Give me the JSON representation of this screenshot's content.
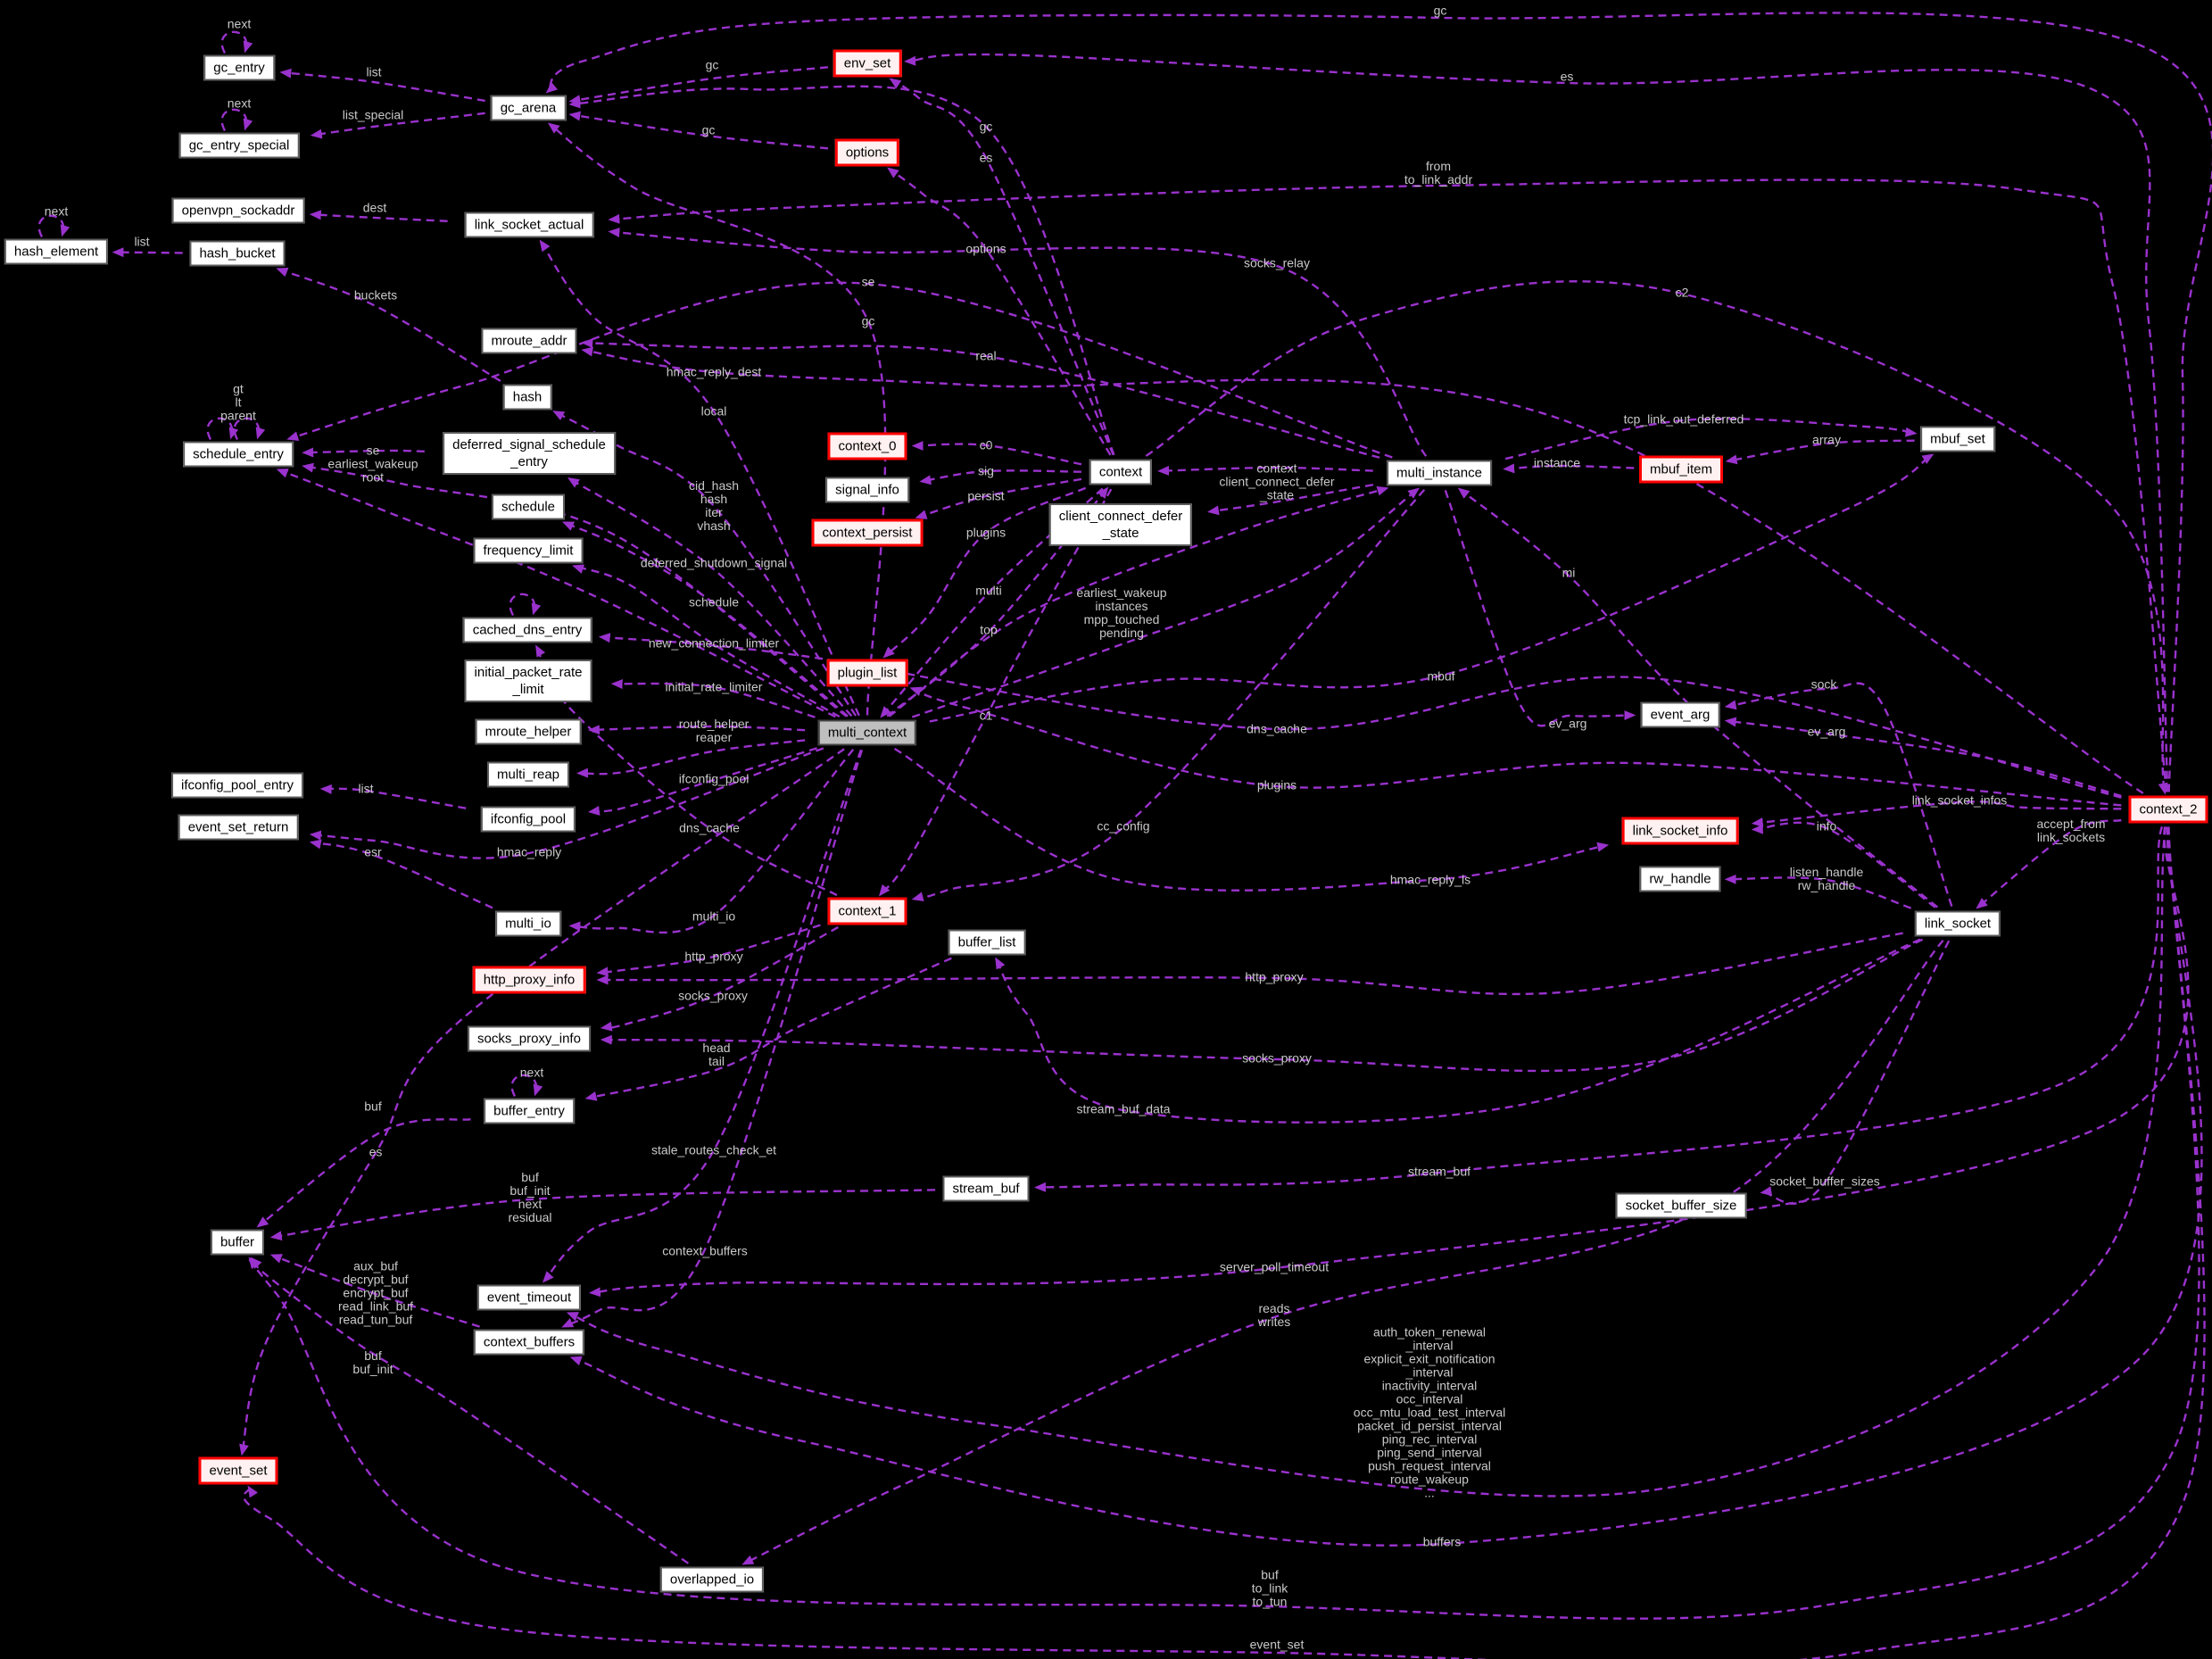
{
  "diagram": {
    "type": "collaboration-graph",
    "colors": {
      "background": "#000000",
      "edge": "#9a32cd",
      "edge_label": "#c9c9c9",
      "node_bg": "#ffffff",
      "node_border": "#5b5b5b",
      "truncated_node_border": "#ff0000",
      "truncated_node_bg": "#fff1f1",
      "central_node_bg": "#bfbfbf"
    }
  },
  "nodes": [
    {
      "id": "gc_entry",
      "lines": [
        "gc_entry"
      ],
      "variant": "normal"
    },
    {
      "id": "gc_entry_special",
      "lines": [
        "gc_entry_special"
      ],
      "variant": "normal"
    },
    {
      "id": "openvpn_sockaddr",
      "lines": [
        "openvpn_sockaddr"
      ],
      "variant": "normal"
    },
    {
      "id": "hash_element",
      "lines": [
        "hash_element"
      ],
      "variant": "normal"
    },
    {
      "id": "hash_bucket",
      "lines": [
        "hash_bucket"
      ],
      "variant": "normal"
    },
    {
      "id": "gc_arena",
      "lines": [
        "gc_arena"
      ],
      "variant": "normal"
    },
    {
      "id": "link_socket_actual",
      "lines": [
        "link_socket_actual"
      ],
      "variant": "normal"
    },
    {
      "id": "mroute_addr",
      "lines": [
        "mroute_addr"
      ],
      "variant": "normal"
    },
    {
      "id": "hash",
      "lines": [
        "hash"
      ],
      "variant": "normal"
    },
    {
      "id": "schedule_entry",
      "lines": [
        "schedule_entry"
      ],
      "variant": "normal"
    },
    {
      "id": "deferred_signal_schedule_entry",
      "lines": [
        "deferred_signal_schedule",
        "_entry"
      ],
      "variant": "normal"
    },
    {
      "id": "schedule",
      "lines": [
        "schedule"
      ],
      "variant": "normal"
    },
    {
      "id": "frequency_limit",
      "lines": [
        "frequency_limit"
      ],
      "variant": "normal"
    },
    {
      "id": "cached_dns_entry",
      "lines": [
        "cached_dns_entry"
      ],
      "variant": "normal"
    },
    {
      "id": "initial_packet_rate_limit",
      "lines": [
        "initial_packet_rate",
        "_limit"
      ],
      "variant": "normal"
    },
    {
      "id": "mroute_helper",
      "lines": [
        "mroute_helper"
      ],
      "variant": "normal"
    },
    {
      "id": "multi_reap",
      "lines": [
        "multi_reap"
      ],
      "variant": "normal"
    },
    {
      "id": "ifconfig_pool_entry",
      "lines": [
        "ifconfig_pool_entry"
      ],
      "variant": "normal"
    },
    {
      "id": "event_set_return",
      "lines": [
        "event_set_return"
      ],
      "variant": "normal"
    },
    {
      "id": "ifconfig_pool",
      "lines": [
        "ifconfig_pool"
      ],
      "variant": "normal"
    },
    {
      "id": "multi_io",
      "lines": [
        "multi_io"
      ],
      "variant": "normal"
    },
    {
      "id": "http_proxy_info",
      "lines": [
        "http_proxy_info"
      ],
      "variant": "red"
    },
    {
      "id": "socks_proxy_info",
      "lines": [
        "socks_proxy_info"
      ],
      "variant": "normal"
    },
    {
      "id": "buffer_entry",
      "lines": [
        "buffer_entry"
      ],
      "variant": "normal"
    },
    {
      "id": "buffer",
      "lines": [
        "buffer"
      ],
      "variant": "normal"
    },
    {
      "id": "event_timeout",
      "lines": [
        "event_timeout"
      ],
      "variant": "normal"
    },
    {
      "id": "context_buffers",
      "lines": [
        "context_buffers"
      ],
      "variant": "normal"
    },
    {
      "id": "event_set",
      "lines": [
        "event_set"
      ],
      "variant": "red"
    },
    {
      "id": "overlapped_io",
      "lines": [
        "overlapped_io"
      ],
      "variant": "normal"
    },
    {
      "id": "stream_buf",
      "lines": [
        "stream_buf"
      ],
      "variant": "normal"
    },
    {
      "id": "socket_buffer_size",
      "lines": [
        "socket_buffer_size"
      ],
      "variant": "normal"
    },
    {
      "id": "env_set",
      "lines": [
        "env_set"
      ],
      "variant": "red"
    },
    {
      "id": "options",
      "lines": [
        "options"
      ],
      "variant": "red"
    },
    {
      "id": "context_0",
      "lines": [
        "context_0"
      ],
      "variant": "red"
    },
    {
      "id": "signal_info",
      "lines": [
        "signal_info"
      ],
      "variant": "normal"
    },
    {
      "id": "context_persist",
      "lines": [
        "context_persist"
      ],
      "variant": "red"
    },
    {
      "id": "plugin_list",
      "lines": [
        "plugin_list"
      ],
      "variant": "red"
    },
    {
      "id": "multi_context",
      "lines": [
        "multi_context"
      ],
      "variant": "main"
    },
    {
      "id": "context_1",
      "lines": [
        "context_1"
      ],
      "variant": "red"
    },
    {
      "id": "buffer_list",
      "lines": [
        "buffer_list"
      ],
      "variant": "normal"
    },
    {
      "id": "context",
      "lines": [
        "context"
      ],
      "variant": "normal"
    },
    {
      "id": "client_connect_defer_state",
      "lines": [
        "client_connect_defer",
        "_state"
      ],
      "variant": "normal"
    },
    {
      "id": "multi_instance",
      "lines": [
        "multi_instance"
      ],
      "variant": "normal"
    },
    {
      "id": "mbuf_item",
      "lines": [
        "mbuf_item"
      ],
      "variant": "red"
    },
    {
      "id": "mbuf_set",
      "lines": [
        "mbuf_set"
      ],
      "variant": "normal"
    },
    {
      "id": "event_arg",
      "lines": [
        "event_arg"
      ],
      "variant": "normal"
    },
    {
      "id": "link_socket_info",
      "lines": [
        "link_socket_info"
      ],
      "variant": "red"
    },
    {
      "id": "rw_handle",
      "lines": [
        "rw_handle"
      ],
      "variant": "normal"
    },
    {
      "id": "link_socket",
      "lines": [
        "link_socket"
      ],
      "variant": "normal"
    },
    {
      "id": "context_2",
      "lines": [
        "context_2"
      ],
      "variant": "red"
    }
  ],
  "edge_labels": [
    {
      "id": "next-gc-entry",
      "lines": [
        "next"
      ]
    },
    {
      "id": "next-gc-entry-special",
      "lines": [
        "next"
      ]
    },
    {
      "id": "next-hash-element",
      "lines": [
        "next"
      ]
    },
    {
      "id": "list-gc",
      "lines": [
        "list"
      ]
    },
    {
      "id": "list-special",
      "lines": [
        "list_special"
      ]
    },
    {
      "id": "dest",
      "lines": [
        "dest"
      ]
    },
    {
      "id": "list-hash",
      "lines": [
        "list"
      ]
    },
    {
      "id": "buckets",
      "lines": [
        "buckets"
      ]
    },
    {
      "id": "gt-lt-parent",
      "lines": [
        "gt",
        "lt",
        "parent"
      ]
    },
    {
      "id": "se-ew-root",
      "lines": [
        "se",
        "earliest_wakeup",
        "root"
      ]
    },
    {
      "id": "gc-envset",
      "lines": [
        "gc"
      ]
    },
    {
      "id": "gc-options",
      "lines": [
        "gc"
      ]
    },
    {
      "id": "gc-context",
      "lines": [
        "gc"
      ]
    },
    {
      "id": "es-context",
      "lines": [
        "es"
      ]
    },
    {
      "id": "gc-top",
      "lines": [
        "gc"
      ]
    },
    {
      "id": "es-top",
      "lines": [
        "es"
      ]
    },
    {
      "id": "from-tla",
      "lines": [
        "from",
        "to_link_addr"
      ]
    },
    {
      "id": "options",
      "lines": [
        "options"
      ]
    },
    {
      "id": "socks-relay",
      "lines": [
        "socks_relay"
      ]
    },
    {
      "id": "se-mi",
      "lines": [
        "se"
      ]
    },
    {
      "id": "gc-mc",
      "lines": [
        "gc"
      ]
    },
    {
      "id": "real",
      "lines": [
        "real"
      ]
    },
    {
      "id": "hmac-reply-dest",
      "lines": [
        "hmac_reply_dest"
      ]
    },
    {
      "id": "local",
      "lines": [
        "local"
      ]
    },
    {
      "id": "cid-hash",
      "lines": [
        "cid_hash",
        "hash",
        "iter",
        "vhash"
      ]
    },
    {
      "id": "c0",
      "lines": [
        "c0"
      ]
    },
    {
      "id": "sig",
      "lines": [
        "sig"
      ]
    },
    {
      "id": "persist",
      "lines": [
        "persist"
      ]
    },
    {
      "id": "plugins-ctx",
      "lines": [
        "plugins"
      ]
    },
    {
      "id": "deferred-shutdown",
      "lines": [
        "deferred_shutdown_signal"
      ]
    },
    {
      "id": "schedule-lbl",
      "lines": [
        "schedule"
      ]
    },
    {
      "id": "new-conn-limiter",
      "lines": [
        "new_connection_limiter"
      ]
    },
    {
      "id": "initial-rate-limiter",
      "lines": [
        "initial_rate_limiter"
      ]
    },
    {
      "id": "multi",
      "lines": [
        "multi"
      ]
    },
    {
      "id": "top",
      "lines": [
        "top"
      ]
    },
    {
      "id": "c1",
      "lines": [
        "c1"
      ]
    },
    {
      "id": "route-helper-reaper",
      "lines": [
        "route_helper",
        "reaper"
      ]
    },
    {
      "id": "ifconfig-pool-lbl",
      "lines": [
        "ifconfig_pool"
      ]
    },
    {
      "id": "dns-cache-left",
      "lines": [
        "dns_cache"
      ]
    },
    {
      "id": "hmac-reply",
      "lines": [
        "hmac_reply"
      ]
    },
    {
      "id": "esr",
      "lines": [
        "esr"
      ]
    },
    {
      "id": "list-ifconfig",
      "lines": [
        "list"
      ]
    },
    {
      "id": "context-ccds",
      "lines": [
        "context",
        "client_connect_defer",
        "_state"
      ]
    },
    {
      "id": "ew-block",
      "lines": [
        "earliest_wakeup",
        "instances",
        "mpp_touched",
        "pending"
      ]
    },
    {
      "id": "mbuf",
      "lines": [
        "mbuf"
      ]
    },
    {
      "id": "dns-cache-right",
      "lines": [
        "dns_cache"
      ]
    },
    {
      "id": "plugins-c2",
      "lines": [
        "plugins"
      ]
    },
    {
      "id": "cc-config",
      "lines": [
        "cc_config"
      ]
    },
    {
      "id": "hmac-reply-ls",
      "lines": [
        "hmac_reply_ls"
      ]
    },
    {
      "id": "multi-io-lbl",
      "lines": [
        "multi_io"
      ]
    },
    {
      "id": "http-proxy-left",
      "lines": [
        "http_proxy"
      ]
    },
    {
      "id": "socks-proxy-left",
      "lines": [
        "socks_proxy"
      ]
    },
    {
      "id": "head-tail",
      "lines": [
        "head",
        "tail"
      ]
    },
    {
      "id": "next-buffer-entry",
      "lines": [
        "next"
      ]
    },
    {
      "id": "http-proxy-right",
      "lines": [
        "http_proxy"
      ]
    },
    {
      "id": "socks-proxy-right",
      "lines": [
        "socks_proxy"
      ]
    },
    {
      "id": "stale-routes",
      "lines": [
        "stale_routes_check_et"
      ]
    },
    {
      "id": "buf-be",
      "lines": [
        "buf"
      ]
    },
    {
      "id": "es-mc",
      "lines": [
        "es"
      ]
    },
    {
      "id": "buf-block",
      "lines": [
        "buf",
        "buf_init",
        "next",
        "residual"
      ]
    },
    {
      "id": "stream-buf-data",
      "lines": [
        "stream_buf_data"
      ]
    },
    {
      "id": "stream-buf-lbl",
      "lines": [
        "stream_buf"
      ]
    },
    {
      "id": "aux-block",
      "lines": [
        "aux_buf",
        "decrypt_buf",
        "encrypt_buf",
        "read_link_buf",
        "read_tun_buf"
      ]
    },
    {
      "id": "context-buffers-lbl",
      "lines": [
        "context_buffers"
      ]
    },
    {
      "id": "buf-init-block",
      "lines": [
        "buf",
        "buf_init"
      ]
    },
    {
      "id": "server-poll",
      "lines": [
        "server_poll_timeout"
      ]
    },
    {
      "id": "reads-writes",
      "lines": [
        "reads",
        "writes"
      ]
    },
    {
      "id": "interval-block",
      "lines": [
        "auth_token_renewal",
        "_interval",
        "explicit_exit_notification",
        "_interval",
        "inactivity_interval",
        "occ_interval",
        "occ_mtu_load_test_interval",
        "packet_id_persist_interval",
        "ping_rec_interval",
        "ping_send_interval",
        "push_request_interval",
        "route_wakeup",
        "..."
      ]
    },
    {
      "id": "buffers",
      "lines": [
        "buffers"
      ]
    },
    {
      "id": "buf-tl-tt",
      "lines": [
        "buf",
        "to_link",
        "to_tun"
      ]
    },
    {
      "id": "event-set-lbl",
      "lines": [
        "event_set"
      ]
    },
    {
      "id": "tcp-link-out",
      "lines": [
        "tcp_link_out_deferred"
      ]
    },
    {
      "id": "array",
      "lines": [
        "array"
      ]
    },
    {
      "id": "instance",
      "lines": [
        "instance"
      ]
    },
    {
      "id": "mi",
      "lines": [
        "mi"
      ]
    },
    {
      "id": "sock",
      "lines": [
        "sock"
      ]
    },
    {
      "id": "ev-arg-left",
      "lines": [
        "ev_arg"
      ]
    },
    {
      "id": "ev-arg-right",
      "lines": [
        "ev_arg"
      ]
    },
    {
      "id": "link-socket-infos",
      "lines": [
        "link_socket_infos"
      ]
    },
    {
      "id": "info",
      "lines": [
        "info"
      ]
    },
    {
      "id": "accept-from",
      "lines": [
        "accept_from",
        "link_sockets"
      ]
    },
    {
      "id": "listen-rw",
      "lines": [
        "listen_handle",
        "rw_handle"
      ]
    },
    {
      "id": "c2",
      "lines": [
        "c2"
      ]
    },
    {
      "id": "socket-buffer-sizes",
      "lines": [
        "socket_buffer_sizes"
      ]
    }
  ]
}
